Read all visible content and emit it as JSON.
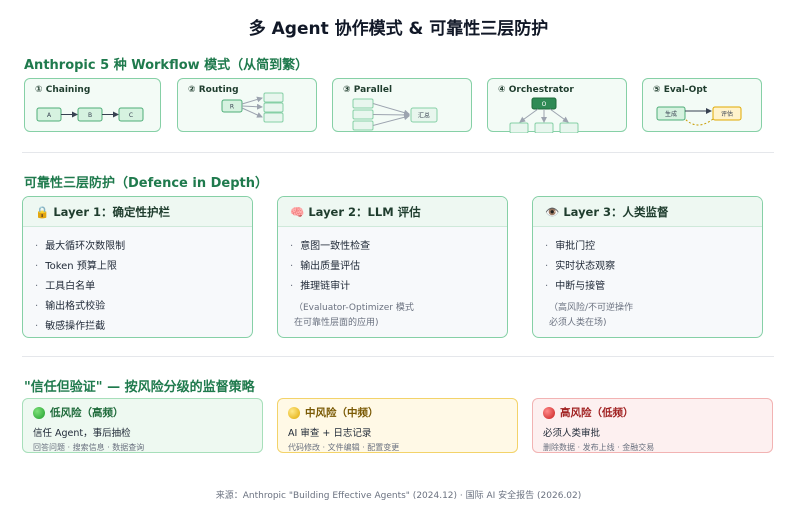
{
  "title": "多 Agent 协作模式 & 可靠性三层防护",
  "workflows": {
    "section_title": "Anthropic 5 种 Workflow 模式（从简到繁）",
    "items": [
      {
        "label": "① Chaining",
        "nodes": [
          "A",
          "B",
          "C"
        ]
      },
      {
        "label": "② Routing",
        "nodes": [
          "R"
        ]
      },
      {
        "label": "③ Parallel",
        "nodes": [
          "汇总"
        ]
      },
      {
        "label": "④ Orchestrator",
        "nodes": [
          "O"
        ]
      },
      {
        "label": "⑤ Eval-Opt",
        "nodes": [
          "生成",
          "评估"
        ]
      }
    ]
  },
  "defence": {
    "section_title": "可靠性三层防护（Defence in Depth）",
    "layers": [
      {
        "icon": "🔒",
        "icon_name": "lock-icon",
        "title": "Layer 1：确定性护栏",
        "items": [
          "最大循环次数限制",
          "Token 预算上限",
          "工具白名单",
          "输出格式校验",
          "敏感操作拦截"
        ],
        "note": []
      },
      {
        "icon": "🧠",
        "icon_name": "brain-icon",
        "title": "Layer 2：LLM 评估",
        "items": [
          "意图一致性检查",
          "输出质量评估",
          "推理链审计"
        ],
        "note": [
          "（Evaluator-Optimizer 模式",
          "在可靠性层面的应用)"
        ]
      },
      {
        "icon": "👁️",
        "icon_name": "eye-icon",
        "title": "Layer 3：人类监督",
        "items": [
          "审批门控",
          "实时状态观察",
          "中断与接管"
        ],
        "note": [
          "（高风险/不可逆操作",
          "必须人类在场)"
        ]
      }
    ]
  },
  "risk": {
    "section_title": "\"信任但验证\" — 按风险分级的监督策略",
    "levels": [
      {
        "title": "低风险（高频）",
        "line1": "信任 Agent，事后抽检",
        "line2": "回答问题 · 搜索信息 · 数据查询",
        "color": "#1e9e2b"
      },
      {
        "title": "中风险（中频）",
        "line1": "AI 审查 + 日志记录",
        "line2": "代码修改 · 文件编辑 · 配置变更",
        "color": "#e0a800"
      },
      {
        "title": "高风险（低频）",
        "line1": "必须人类审批",
        "line2": "删除数据 · 发布上线 · 金融交易",
        "color": "#c81e1e"
      }
    ]
  },
  "source": "来源：Anthropic \"Building Effective Agents\" (2024.12) · 国际 AI 安全报告 (2026.02)"
}
